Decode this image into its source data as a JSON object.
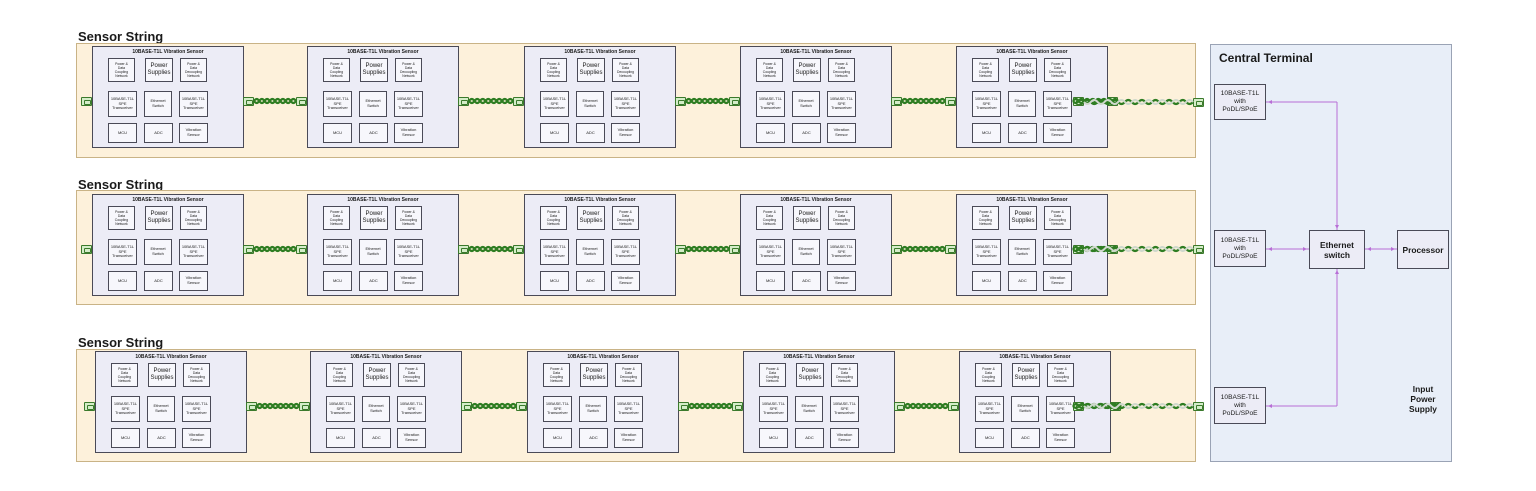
{
  "strings": [
    {
      "title": "Sensor String",
      "sensors": [
        {
          "title": "10BASE-T1L Vibration Sensor"
        },
        {
          "title": "10BASE-T1L Vibration Sensor"
        },
        {
          "title": "10BASE-T1L Vibration Sensor"
        },
        {
          "title": "10BASE-T1L Vibration Sensor"
        },
        {
          "title": "10BASE-T1L Vibration Sensor"
        }
      ]
    },
    {
      "title": "Sensor String",
      "sensors": [
        {
          "title": "10BASE-T1L Vibration Sensor"
        },
        {
          "title": "10BASE-T1L Vibration Sensor"
        },
        {
          "title": "10BASE-T1L Vibration Sensor"
        },
        {
          "title": "10BASE-T1L Vibration Sensor"
        },
        {
          "title": "10BASE-T1L Vibration Sensor"
        }
      ]
    },
    {
      "title": "Sensor String",
      "sensors": [
        {
          "title": "10BASE-T1L Vibration Sensor"
        },
        {
          "title": "10BASE-T1L Vibration Sensor"
        },
        {
          "title": "10BASE-T1L Vibration Sensor"
        },
        {
          "title": "10BASE-T1L Vibration Sensor"
        },
        {
          "title": "10BASE-T1L Vibration Sensor"
        }
      ]
    }
  ],
  "sensor_blocks": {
    "power_coupling": "Power &\nData\nCoupling\nNetwork",
    "power_supplies": "Power\nSupplies",
    "power_decoupling": "Power &\nData\nDecoupling\nNetwork",
    "transceiver_left": "10BASE-T1L\nSPE\nTransceiver",
    "ethernet_switch": "Ethernet\nSwitch",
    "transceiver_right": "10BASE-T1L\nSPE\nTransceiver",
    "mcu": "MCU",
    "adc": "ADC",
    "vibration_sensor": "Vibration\nSensor"
  },
  "terminal": {
    "title": "Central Terminal",
    "phy_label": "10BASE-T1L\nwith\nPoDL/SPoE",
    "switch_label": "Ethernet\nswitch",
    "processor_label": "Processor",
    "power_label": "Input\nPower\nSupply"
  },
  "colors": {
    "cable": "#2e7d22",
    "cable_light": "#e8f5e1",
    "link": "#b86fd6",
    "band": "#fdf1db",
    "terminal_bg": "#e8eef8"
  }
}
